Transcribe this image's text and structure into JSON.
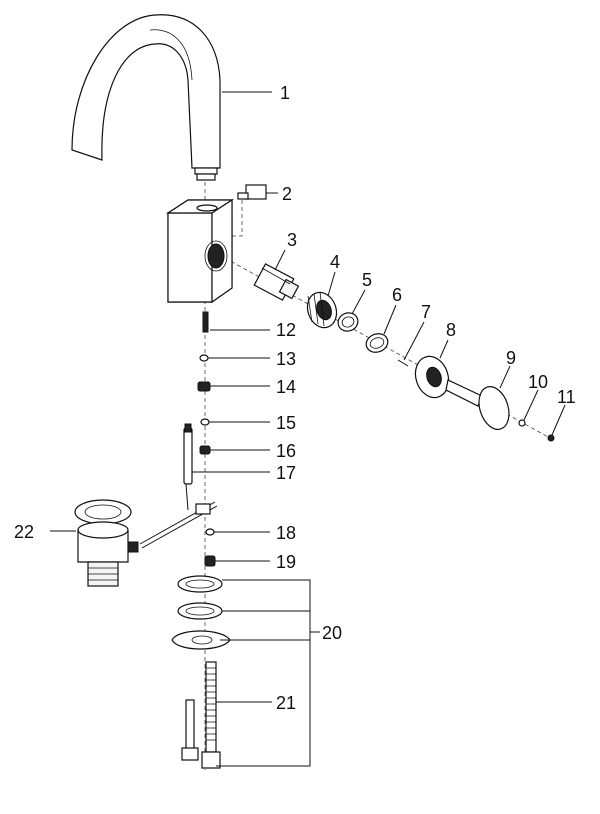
{
  "callouts": [
    {
      "id": "1",
      "label": "1"
    },
    {
      "id": "2",
      "label": "2"
    },
    {
      "id": "3",
      "label": "3"
    },
    {
      "id": "4",
      "label": "4"
    },
    {
      "id": "5",
      "label": "5"
    },
    {
      "id": "6",
      "label": "6"
    },
    {
      "id": "7",
      "label": "7"
    },
    {
      "id": "8",
      "label": "8"
    },
    {
      "id": "9",
      "label": "9"
    },
    {
      "id": "10",
      "label": "10"
    },
    {
      "id": "11",
      "label": "11"
    },
    {
      "id": "12",
      "label": "12"
    },
    {
      "id": "13",
      "label": "13"
    },
    {
      "id": "14",
      "label": "14"
    },
    {
      "id": "15",
      "label": "15"
    },
    {
      "id": "16",
      "label": "16"
    },
    {
      "id": "17",
      "label": "17"
    },
    {
      "id": "18",
      "label": "18"
    },
    {
      "id": "19",
      "label": "19"
    },
    {
      "id": "20",
      "label": "20"
    },
    {
      "id": "21",
      "label": "21"
    },
    {
      "id": "22",
      "label": "22"
    }
  ],
  "colors": {
    "line": "#111111",
    "background": "#ffffff"
  }
}
